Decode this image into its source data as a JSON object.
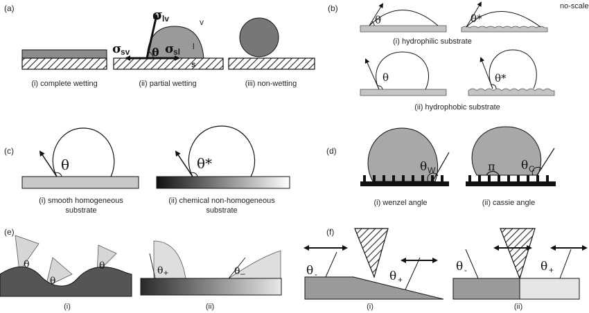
{
  "panels": {
    "a": {
      "label": "(a)",
      "captions": [
        "(i) complete wetting",
        "(ii) partial wetting",
        "(iii) non-wetting"
      ],
      "sigma_lv": "σ",
      "sigma_lv_sub": "lv",
      "sigma_sv": "σ",
      "sigma_sv_sub": "sv",
      "sigma_sl": "σ",
      "sigma_sl_sub": "sl",
      "theta": "θ",
      "v": "v",
      "l": "l",
      "s": "s"
    },
    "b": {
      "label": "(b)",
      "note": "no-scale",
      "captions": [
        "(i) hydrophilic substrate",
        "(ii) hydrophobic substrate"
      ],
      "theta": "θ",
      "theta_star": "θ*"
    },
    "c": {
      "label": "(c)",
      "captions_1": [
        "(i) smooth homogeneous",
        "substrate"
      ],
      "captions_2": [
        "(ii) chemical non-homogeneous",
        "substrate"
      ],
      "theta": "θ",
      "theta_star": "θ*"
    },
    "d": {
      "label": "(d)",
      "captions": [
        "(i) wenzel angle",
        "(ii) cassie angle"
      ],
      "theta_w": "θ",
      "theta_w_sub": "W",
      "pi": "π",
      "theta_c": "θ",
      "theta_c_sub": "C"
    },
    "e": {
      "label": "(e)",
      "captions": [
        "(i)",
        "(ii)"
      ],
      "theta": "θ",
      "theta_plus": "θ",
      "plus": "+",
      "theta_minus": "θ",
      "minus": "–"
    },
    "f": {
      "label": "(f)",
      "captions": [
        "(i)",
        "(ii)"
      ],
      "theta_minus": "θ",
      "minus": "-",
      "theta_plus": "θ",
      "plus": "+"
    }
  },
  "colors": {
    "drop_fill": "#a8a8a8",
    "light_drop": "#d8d8d8",
    "dark_fill": "#5a5a5a",
    "outline": "#111111"
  }
}
